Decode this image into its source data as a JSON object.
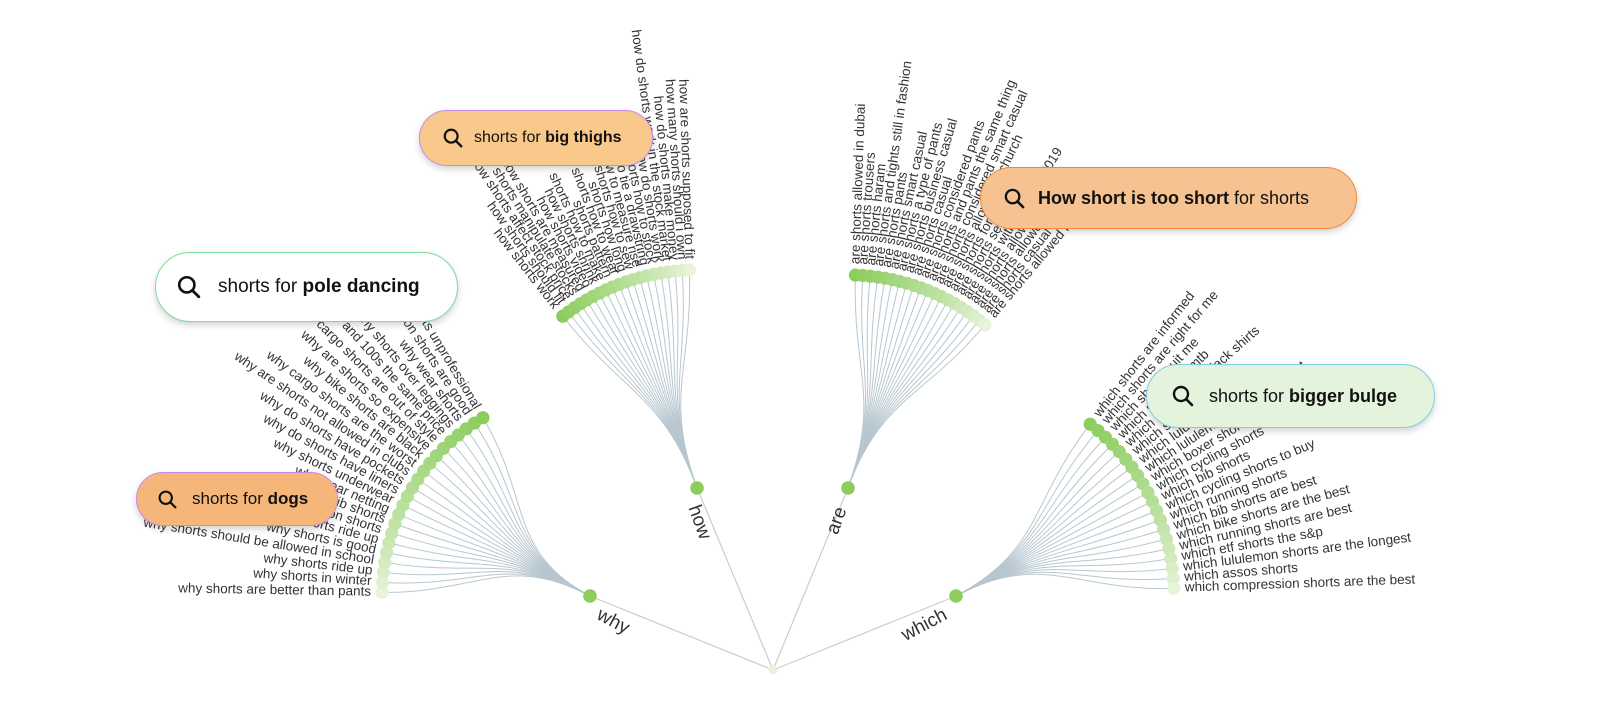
{
  "diagram": {
    "hubs": [
      {
        "label": "why",
        "leaves": [
          "why shorts are better than pants",
          "why shorts in winter",
          "why shorts ride up",
          "why shorts should be allowed in school",
          "why shorts is good",
          "why do shorts ride up",
          "why compression shorts",
          "why bib shorts",
          "why wear netting",
          "why shorts underwear",
          "why do shorts have liners",
          "why do shorts have pockets",
          "why are shorts not allowed in clubs",
          "why cargo shorts are the worst",
          "why bike shorts are black",
          "why are shorts so expensive",
          "why cargo shorts are out of style",
          "why shorts and 100s the same price",
          "why shorts over leggings",
          "why wear shorts",
          "why fashion shorts are good",
          "why shorts unprofessional"
        ]
      },
      {
        "label": "how",
        "leaves": [
          "how shorts work",
          "how shorts should fit",
          "how shorts affect stock price",
          "how shorts manipulate stocks",
          "how shorts are measured",
          "how shorts video",
          "how shorts shrink",
          "shorts how to make",
          "shorts pattern",
          "shorts how to wear",
          "shorts how long",
          "shorts how to sew",
          "how to measure rise",
          "how to tie a drawstring",
          "shorts how to stock",
          "how do shorts work",
          "how do shorts work in the stock market",
          "how do shorts make money",
          "how many shorts should i own",
          "how are shorts supposed to fit"
        ]
      },
      {
        "label": "are",
        "leaves": [
          "are shorts allowed in dubai",
          "are shorts trousers",
          "are shorts haram",
          "are shorts and tights still in fashion",
          "are shorts pants",
          "are shorts smart casual",
          "are shorts a type of pants",
          "are shorts business casual",
          "are shorts casual",
          "are shorts considered pants",
          "are shorts and pants the same thing",
          "are shorts considered smart casual",
          "are shorts allowed in church",
          "are shorts formal",
          "are shorts semi formal",
          "are shorts with tights ok 2019",
          "are shorts allowed in clubs",
          "are shorts allowed in church",
          "are shorts casual attire",
          "are shorts allowed in angkas"
        ]
      },
      {
        "label": "which",
        "leaves": [
          "which shorts are informed",
          "which shorts are right for me",
          "which shorts suit me",
          "which shorts for mtb",
          "which shorts with black shirts",
          "which shorts to wear",
          "which lululemon shorts",
          "which lululemon shorts are best",
          "which boxer shorts are best",
          "which cycling shorts",
          "which bib shorts",
          "which cycling shorts to buy",
          "which running shorts",
          "which bib shorts are best",
          "which bike shorts are the best",
          "which running shorts are best",
          "which etf shorts the s&p",
          "which lululemon shorts are the longest",
          "which assos shorts",
          "which compression shorts are the best"
        ]
      }
    ]
  },
  "search_pills": [
    {
      "prefix": "shorts for ",
      "bold": "big thighs",
      "suffix": "",
      "icon": "search-icon",
      "bg": "#f8c98b",
      "border": "#c78ae6"
    },
    {
      "prefix": "",
      "bold": "How short is too short",
      "suffix": " for shorts",
      "icon": "search-icon",
      "bg": "#f6c291",
      "border": "#ef8a3c"
    },
    {
      "prefix": "shorts for ",
      "bold": "pole dancing",
      "suffix": "",
      "icon": "search-icon",
      "bg": "#ffffff",
      "border": "#7bdc9c"
    },
    {
      "prefix": "shorts for ",
      "bold": "bigger bulge",
      "suffix": "",
      "icon": "search-icon",
      "bg": "#e4f3dc",
      "border": "#7fd0e0"
    },
    {
      "prefix": "shorts for ",
      "bold": "dogs",
      "suffix": "",
      "icon": "search-icon",
      "bg": "#f6b67a",
      "border": "#c88ae6"
    }
  ],
  "colors": {
    "dot_strong": "#8ccd5e",
    "dot_light": "#e8f3dc",
    "link": "#b7c6cf",
    "text": "#333333"
  }
}
